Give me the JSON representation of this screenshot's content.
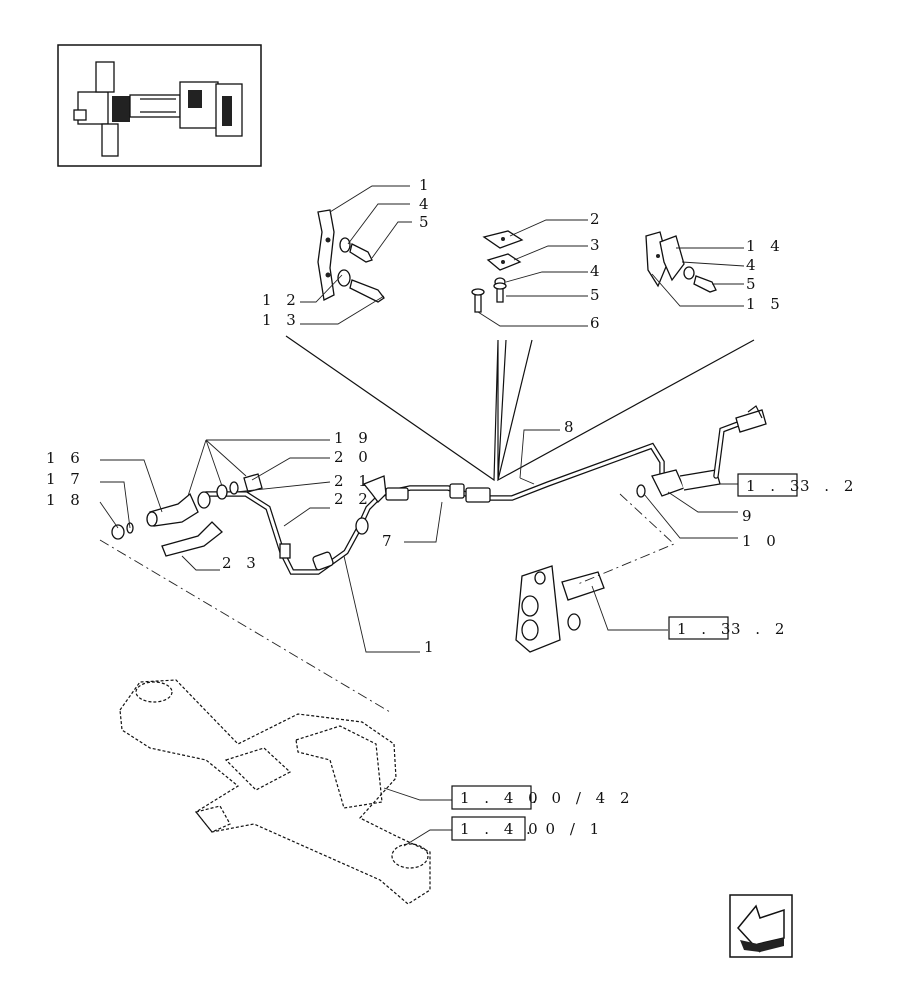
{
  "callouts": [
    {
      "id": "c-1-top",
      "text": "1"
    },
    {
      "id": "c-4-top",
      "text": "4"
    },
    {
      "id": "c-5-top",
      "text": "5"
    },
    {
      "id": "c-12",
      "text": "1 2"
    },
    {
      "id": "c-13",
      "text": "1 3"
    },
    {
      "id": "c-2",
      "text": "2"
    },
    {
      "id": "c-3",
      "text": "3"
    },
    {
      "id": "c-4-mid",
      "text": "4"
    },
    {
      "id": "c-5-mid",
      "text": "5"
    },
    {
      "id": "c-6",
      "text": "6"
    },
    {
      "id": "c-14",
      "text": "1 4"
    },
    {
      "id": "c-4-right",
      "text": "4"
    },
    {
      "id": "c-5-right",
      "text": "5"
    },
    {
      "id": "c-15",
      "text": "1 5"
    },
    {
      "id": "c-8",
      "text": "8"
    },
    {
      "id": "c-16",
      "text": "1 6"
    },
    {
      "id": "c-17",
      "text": "1 7"
    },
    {
      "id": "c-18",
      "text": "1 8"
    },
    {
      "id": "c-19",
      "text": "1 9"
    },
    {
      "id": "c-20",
      "text": "2 0"
    },
    {
      "id": "c-21",
      "text": "2 1"
    },
    {
      "id": "c-22",
      "text": "2 2"
    },
    {
      "id": "c-23",
      "text": "2 3"
    },
    {
      "id": "c-7",
      "text": "7"
    },
    {
      "id": "c-9",
      "text": "9"
    },
    {
      "id": "c-10",
      "text": "1 0"
    },
    {
      "id": "c-1-bottom",
      "text": "1"
    }
  ],
  "references": [
    {
      "id": "ref-1-33-2-upper",
      "boxed": "1 . 3",
      "suffix": "3 . 2"
    },
    {
      "id": "ref-1-33-2-lower",
      "boxed": "1 . 3",
      "suffix": "3 . 2"
    },
    {
      "id": "ref-1-40-0-42",
      "boxed": "1 . 4 0",
      "suffix": ". 0 / 4 2"
    },
    {
      "id": "ref-1-40-0-1",
      "boxed": "1 . 4 0",
      "suffix": ". 0 / 1"
    }
  ],
  "icons": {
    "thumbnail": "axle-assembly-thumbnail",
    "navigation": "back-arrow-icon"
  }
}
